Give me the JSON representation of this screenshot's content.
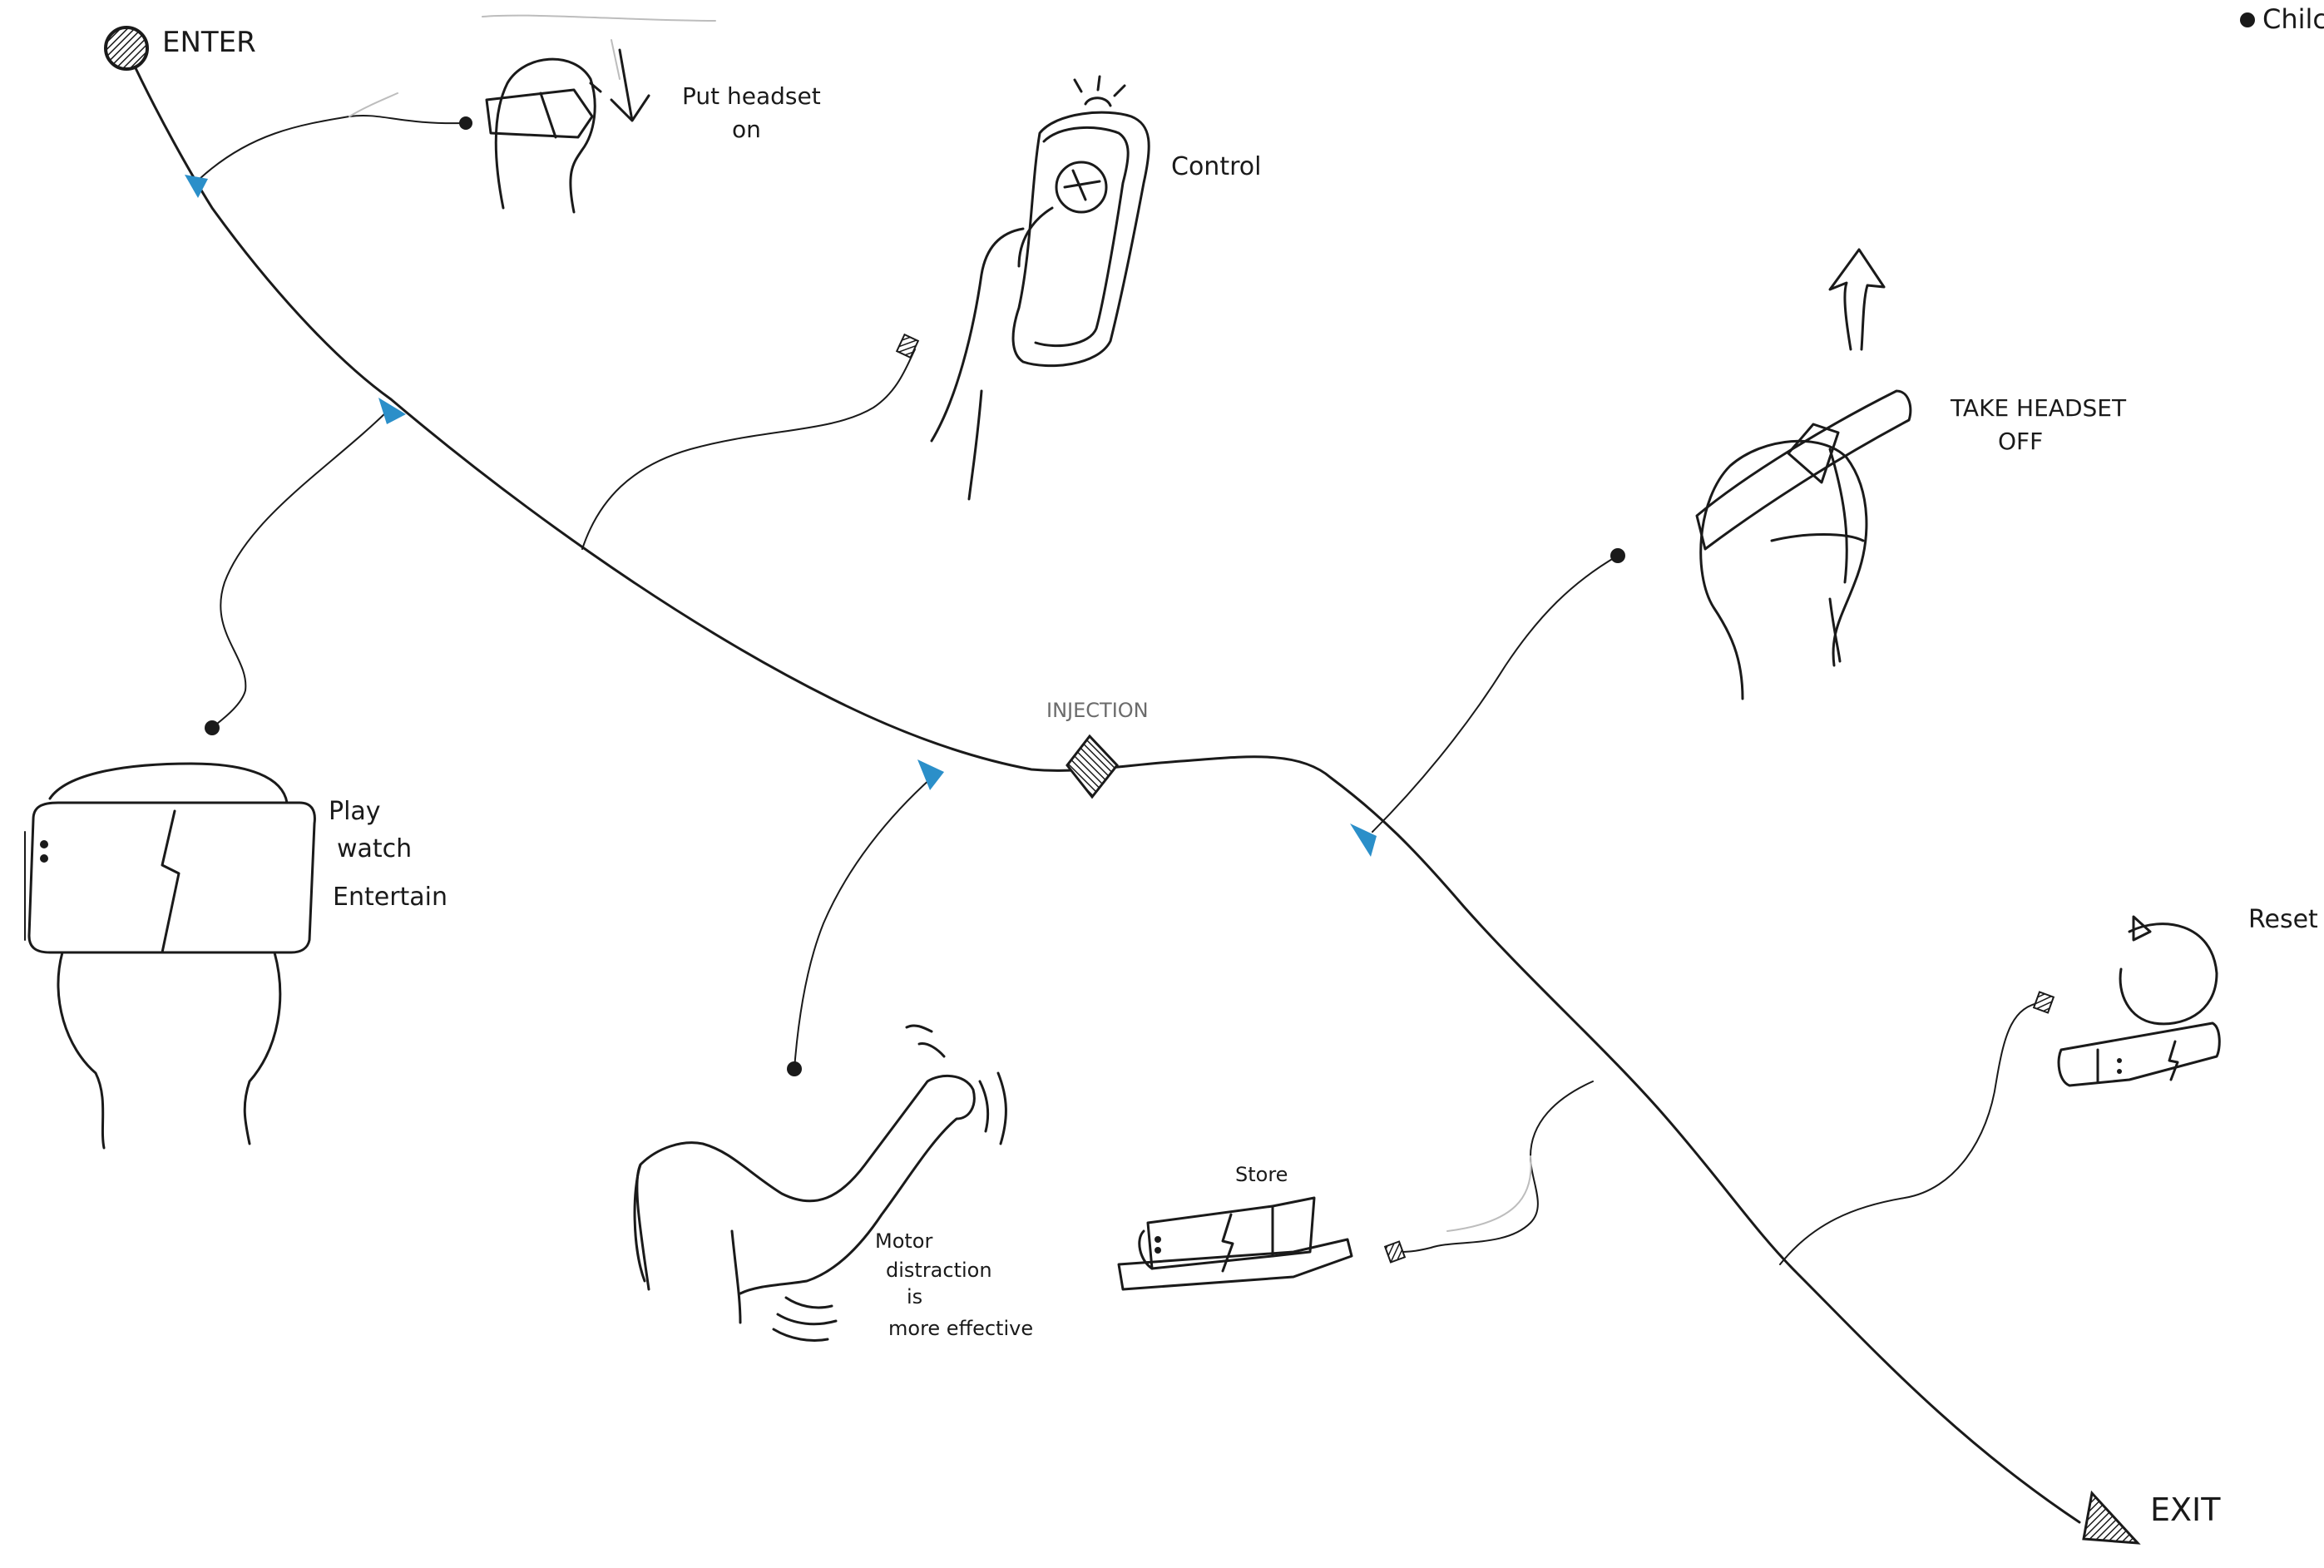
{
  "diagram": {
    "legend": {
      "label": "Chilc"
    },
    "nodes": {
      "enter": "ENTER",
      "put_headset_on": [
        "Put headset",
        "on"
      ],
      "control": "Control",
      "take_headset_off": [
        "TAKE HEADSET",
        "OFF"
      ],
      "play_watch_entertain": [
        "Play",
        "watch",
        "Entertain"
      ],
      "injection": "INJECTION",
      "reset": "Reset",
      "motor_distraction": [
        "Motor",
        "distraction",
        "is",
        "more effective"
      ],
      "store": "Store",
      "exit": "EXIT"
    },
    "colors": {
      "ink": "#1a1a1a",
      "junction": "#2b8fc9",
      "faint": "#bdbdbd"
    }
  }
}
